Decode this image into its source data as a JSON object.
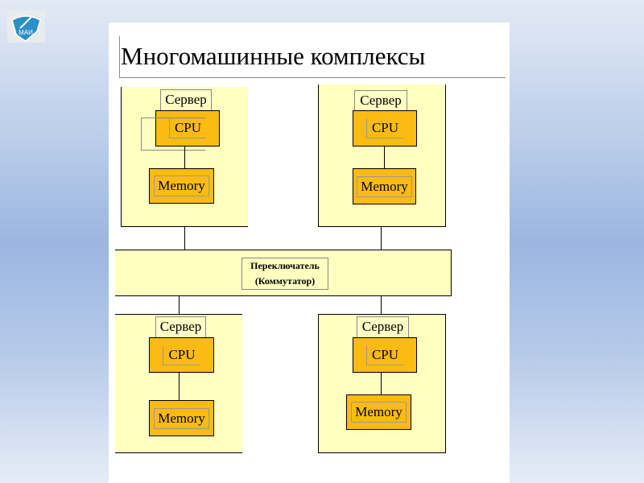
{
  "logo": {
    "text": "МАИ"
  },
  "title": "Многомашинные комплексы",
  "switch": {
    "line1": "Переключатель",
    "line2": "(Коммутатор)"
  },
  "servers": [
    {
      "label": "Сервер",
      "cpu": "CPU",
      "memory": "Memory"
    },
    {
      "label": "Сервер",
      "cpu": "CPU",
      "memory": "Memory"
    },
    {
      "label": "Сервер",
      "cpu": "CPU",
      "memory": "Memory"
    },
    {
      "label": "Сервер",
      "cpu": "CPU",
      "memory": "Memory"
    }
  ],
  "colors": {
    "server_bg": "#ffffc0",
    "component": "#fcbb12"
  }
}
